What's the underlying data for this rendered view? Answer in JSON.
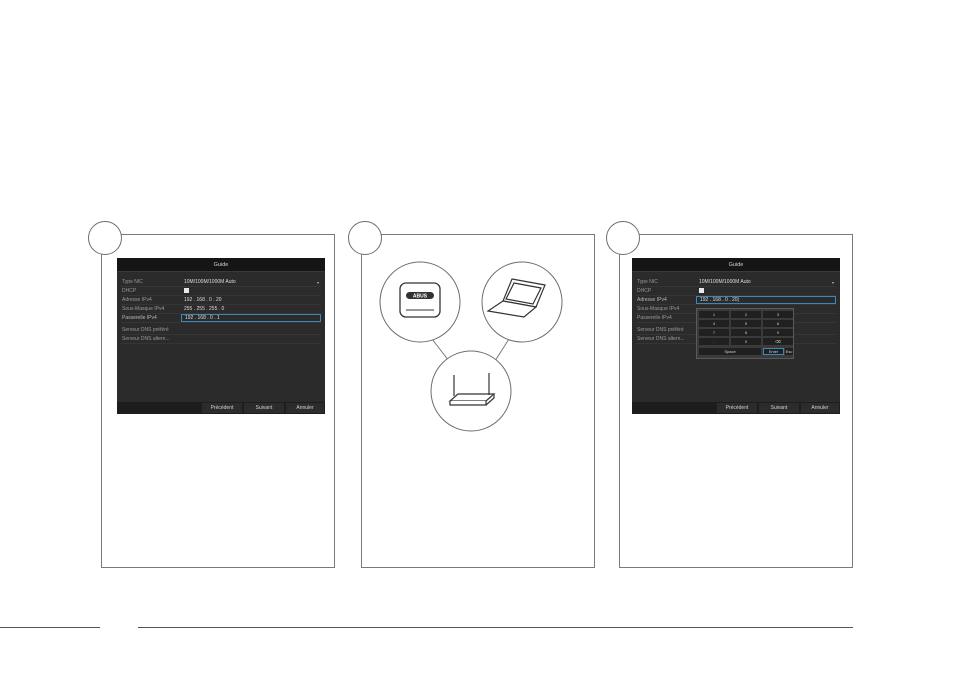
{
  "screen_title": "Guide",
  "form": {
    "type_nic_label": "Type NIC",
    "type_nic_value": "10M/100M/1000M Auto",
    "dhcp_label": "DHCP",
    "ipv4_label": "Adresse IPv4",
    "ipv4_value": "192 . 168 . 0 . 20",
    "ipv4_value_editing": "192 . 168 . 0 . 20|",
    "mask_label": "Sous-Masque IPv4",
    "mask_value": "255 . 255 . 255 . 0",
    "gateway_label": "Passerelle IPv4",
    "gateway_value": "192 . 168 . 0 . 1",
    "dns_pref_label": "Serveur DNS préféré",
    "dns_alt_label": "Serveur DNS altern..."
  },
  "buttons": {
    "previous": "Précédent",
    "next": "Suivant",
    "cancel": "Annuler"
  },
  "keypad": {
    "row1": [
      "1",
      "2",
      "3"
    ],
    "row2": [
      "4",
      "5",
      "6"
    ],
    "row3": [
      "7",
      "8",
      "9"
    ],
    "row4": [
      ".",
      "0",
      "⌫"
    ],
    "space": "Space",
    "enter": "Enter",
    "esc": "Esc"
  },
  "device_logo": "ABUS"
}
